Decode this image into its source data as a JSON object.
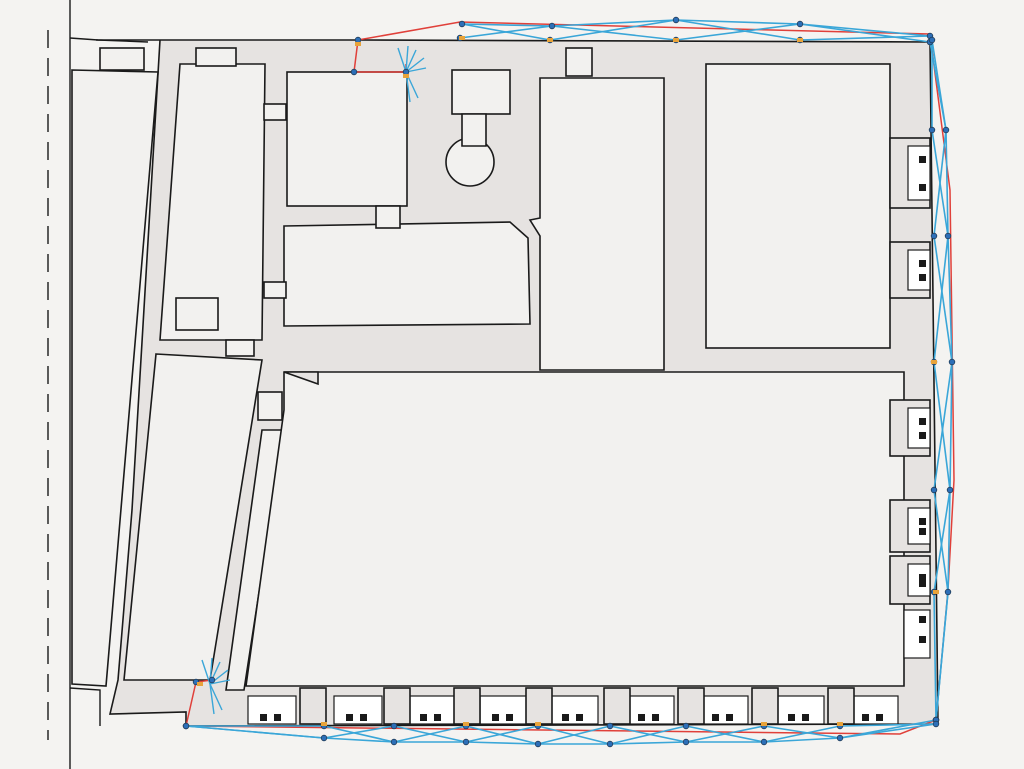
{
  "colors": {
    "background": "#f4f3f1",
    "wall_fill": "#e6e3e1",
    "room_fill": "#f2f1ef",
    "outline": "#1a1a1a",
    "perimeter_line": "#e0403a",
    "brace": "#3aa6d8",
    "node": "#2d6fb8",
    "anchor": "#e8a33a"
  },
  "icons": {
    "node": "blue-node-marker",
    "anchor": "orange-anchor-marker",
    "pier": "square-pier-marker"
  }
}
